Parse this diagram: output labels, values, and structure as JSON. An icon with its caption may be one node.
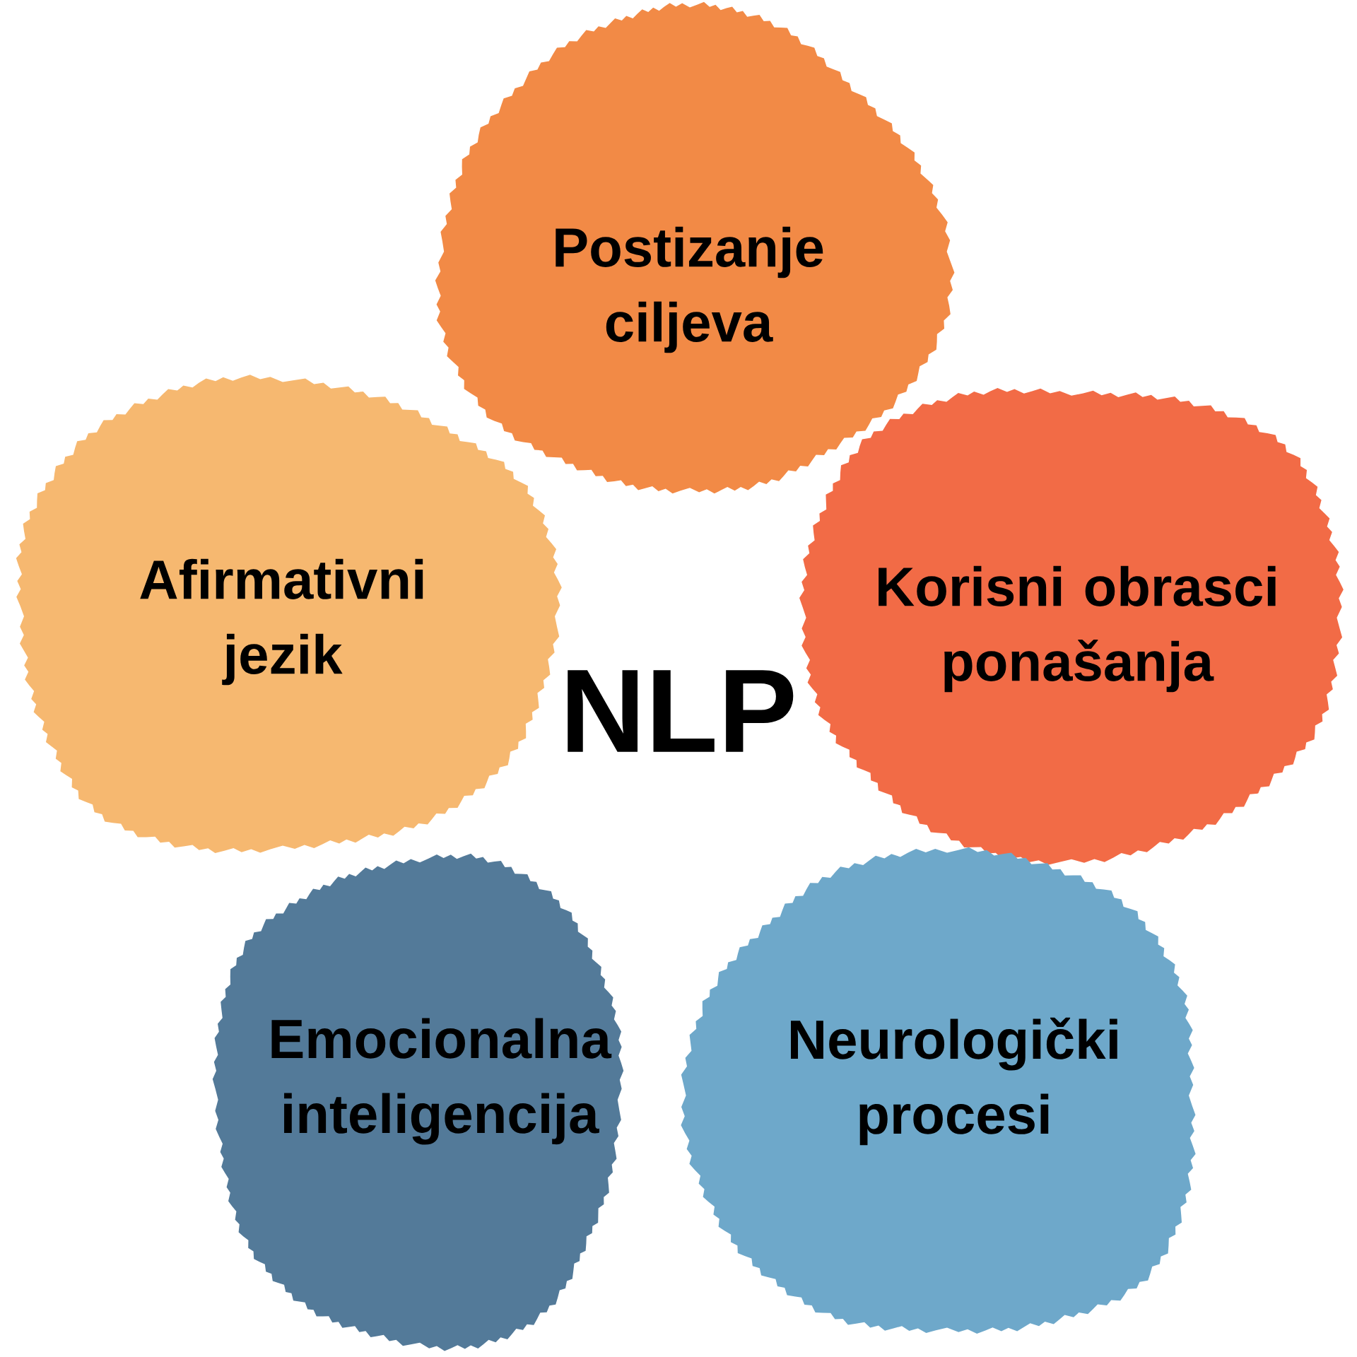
{
  "diagram": {
    "title": "NLP",
    "nodes": [
      {
        "text": [
          "Postizanje ciljeva"
        ]
      },
      {
        "text": [
          "Afirmativni jezik"
        ]
      },
      {
        "text": [
          "Korisni obrasci ponašanja"
        ]
      },
      {
        "text": [
          "Emocionalna inteligencija"
        ]
      },
      {
        "text": [
          "Neurologički procesi"
        ]
      }
    ]
  }
}
